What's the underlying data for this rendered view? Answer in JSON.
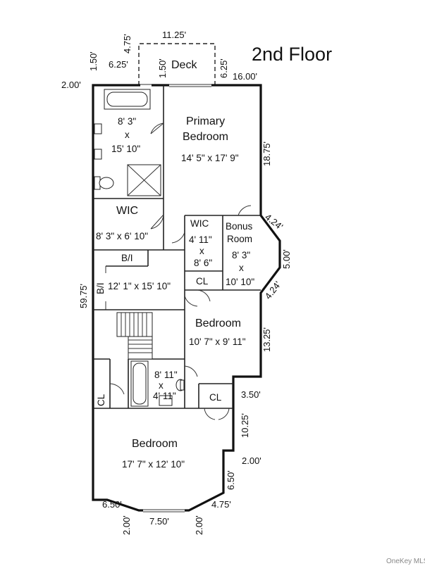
{
  "title": "2nd Floor",
  "credit": "OneKey MLS",
  "rooms": {
    "primary_bedroom_line1": "Primary",
    "primary_bedroom_line2": "Bedroom",
    "primary_bedroom_size": "14' 5\" x 17' 9\"",
    "primary_bath_w": "8' 3\"",
    "primary_bath_x": "x",
    "primary_bath_h": "15' 10\"",
    "wic1": "WIC",
    "wic1_size": "8' 3\" x 6' 10\"",
    "wic2": "WIC",
    "wic2_w": "4' 11\"",
    "wic2_x": "x",
    "wic2_h": "8' 6\"",
    "bonus_line1": "Bonus",
    "bonus_line2": "Room",
    "bonus_w": "8' 3\"",
    "bonus_x": "x",
    "bonus_h": "10' 10\"",
    "bi_top": "B/I",
    "bi_side": "B/I",
    "hall_size": "12' 1\" x 15' 10\"",
    "cl1": "CL",
    "bedroom2": "Bedroom",
    "bedroom2_size": "10' 7\" x 9' 11\"",
    "bath2_w": "8' 11\"",
    "bath2_x": "x",
    "bath2_h": "4' 11\"",
    "cl2": "CL",
    "cl3": "CL",
    "bedroom3": "Bedroom",
    "bedroom3_size": "17' 7\" x 12' 10\"",
    "deck": "Deck"
  },
  "exterior": {
    "d_4_75_top": "4.75'",
    "d_11_25": "11.25'",
    "d_1_50_left": "1.50'",
    "d_6_25_left": "6.25'",
    "d_1_50_deck": "1.50'",
    "d_6_25_right": "6.25'",
    "d_16_00": "16.00'",
    "d_2_00_left": "2.00'",
    "d_18_75": "18.75'",
    "d_4_24_top": "4.24'",
    "d_5_00": "5.00'",
    "d_4_24_bottom": "4.24'",
    "d_59_75": "59.75'",
    "d_13_25": "13.25'",
    "d_3_50": "3.50'",
    "d_10_25": "10.25'",
    "d_2_00_right": "2.00'",
    "d_6_50_right": "6.50'",
    "d_6_50_bottom": "6.50'",
    "d_4_75_bottom": "4.75'",
    "d_7_50": "7.50'",
    "d_2_00_bl": "2.00'",
    "d_2_00_br": "2.00'"
  }
}
